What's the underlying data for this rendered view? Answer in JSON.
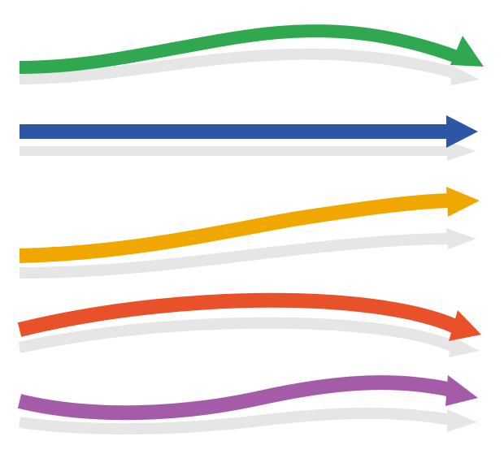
{
  "background": "#ffffff",
  "shadow_color": "#e6e6e6",
  "arrows": [
    {
      "name": "green-wavy-arrow",
      "color": "#2fa84f",
      "shape": "wave-up"
    },
    {
      "name": "blue-straight-arrow",
      "color": "#2d56a4",
      "shape": "straight"
    },
    {
      "name": "orange-rising-arrow",
      "color": "#f0a800",
      "shape": "rise"
    },
    {
      "name": "red-arched-arrow",
      "color": "#e8512a",
      "shape": "arch"
    },
    {
      "name": "purple-wavy-arrow",
      "color": "#a55ca8",
      "shape": "wave-down"
    }
  ]
}
